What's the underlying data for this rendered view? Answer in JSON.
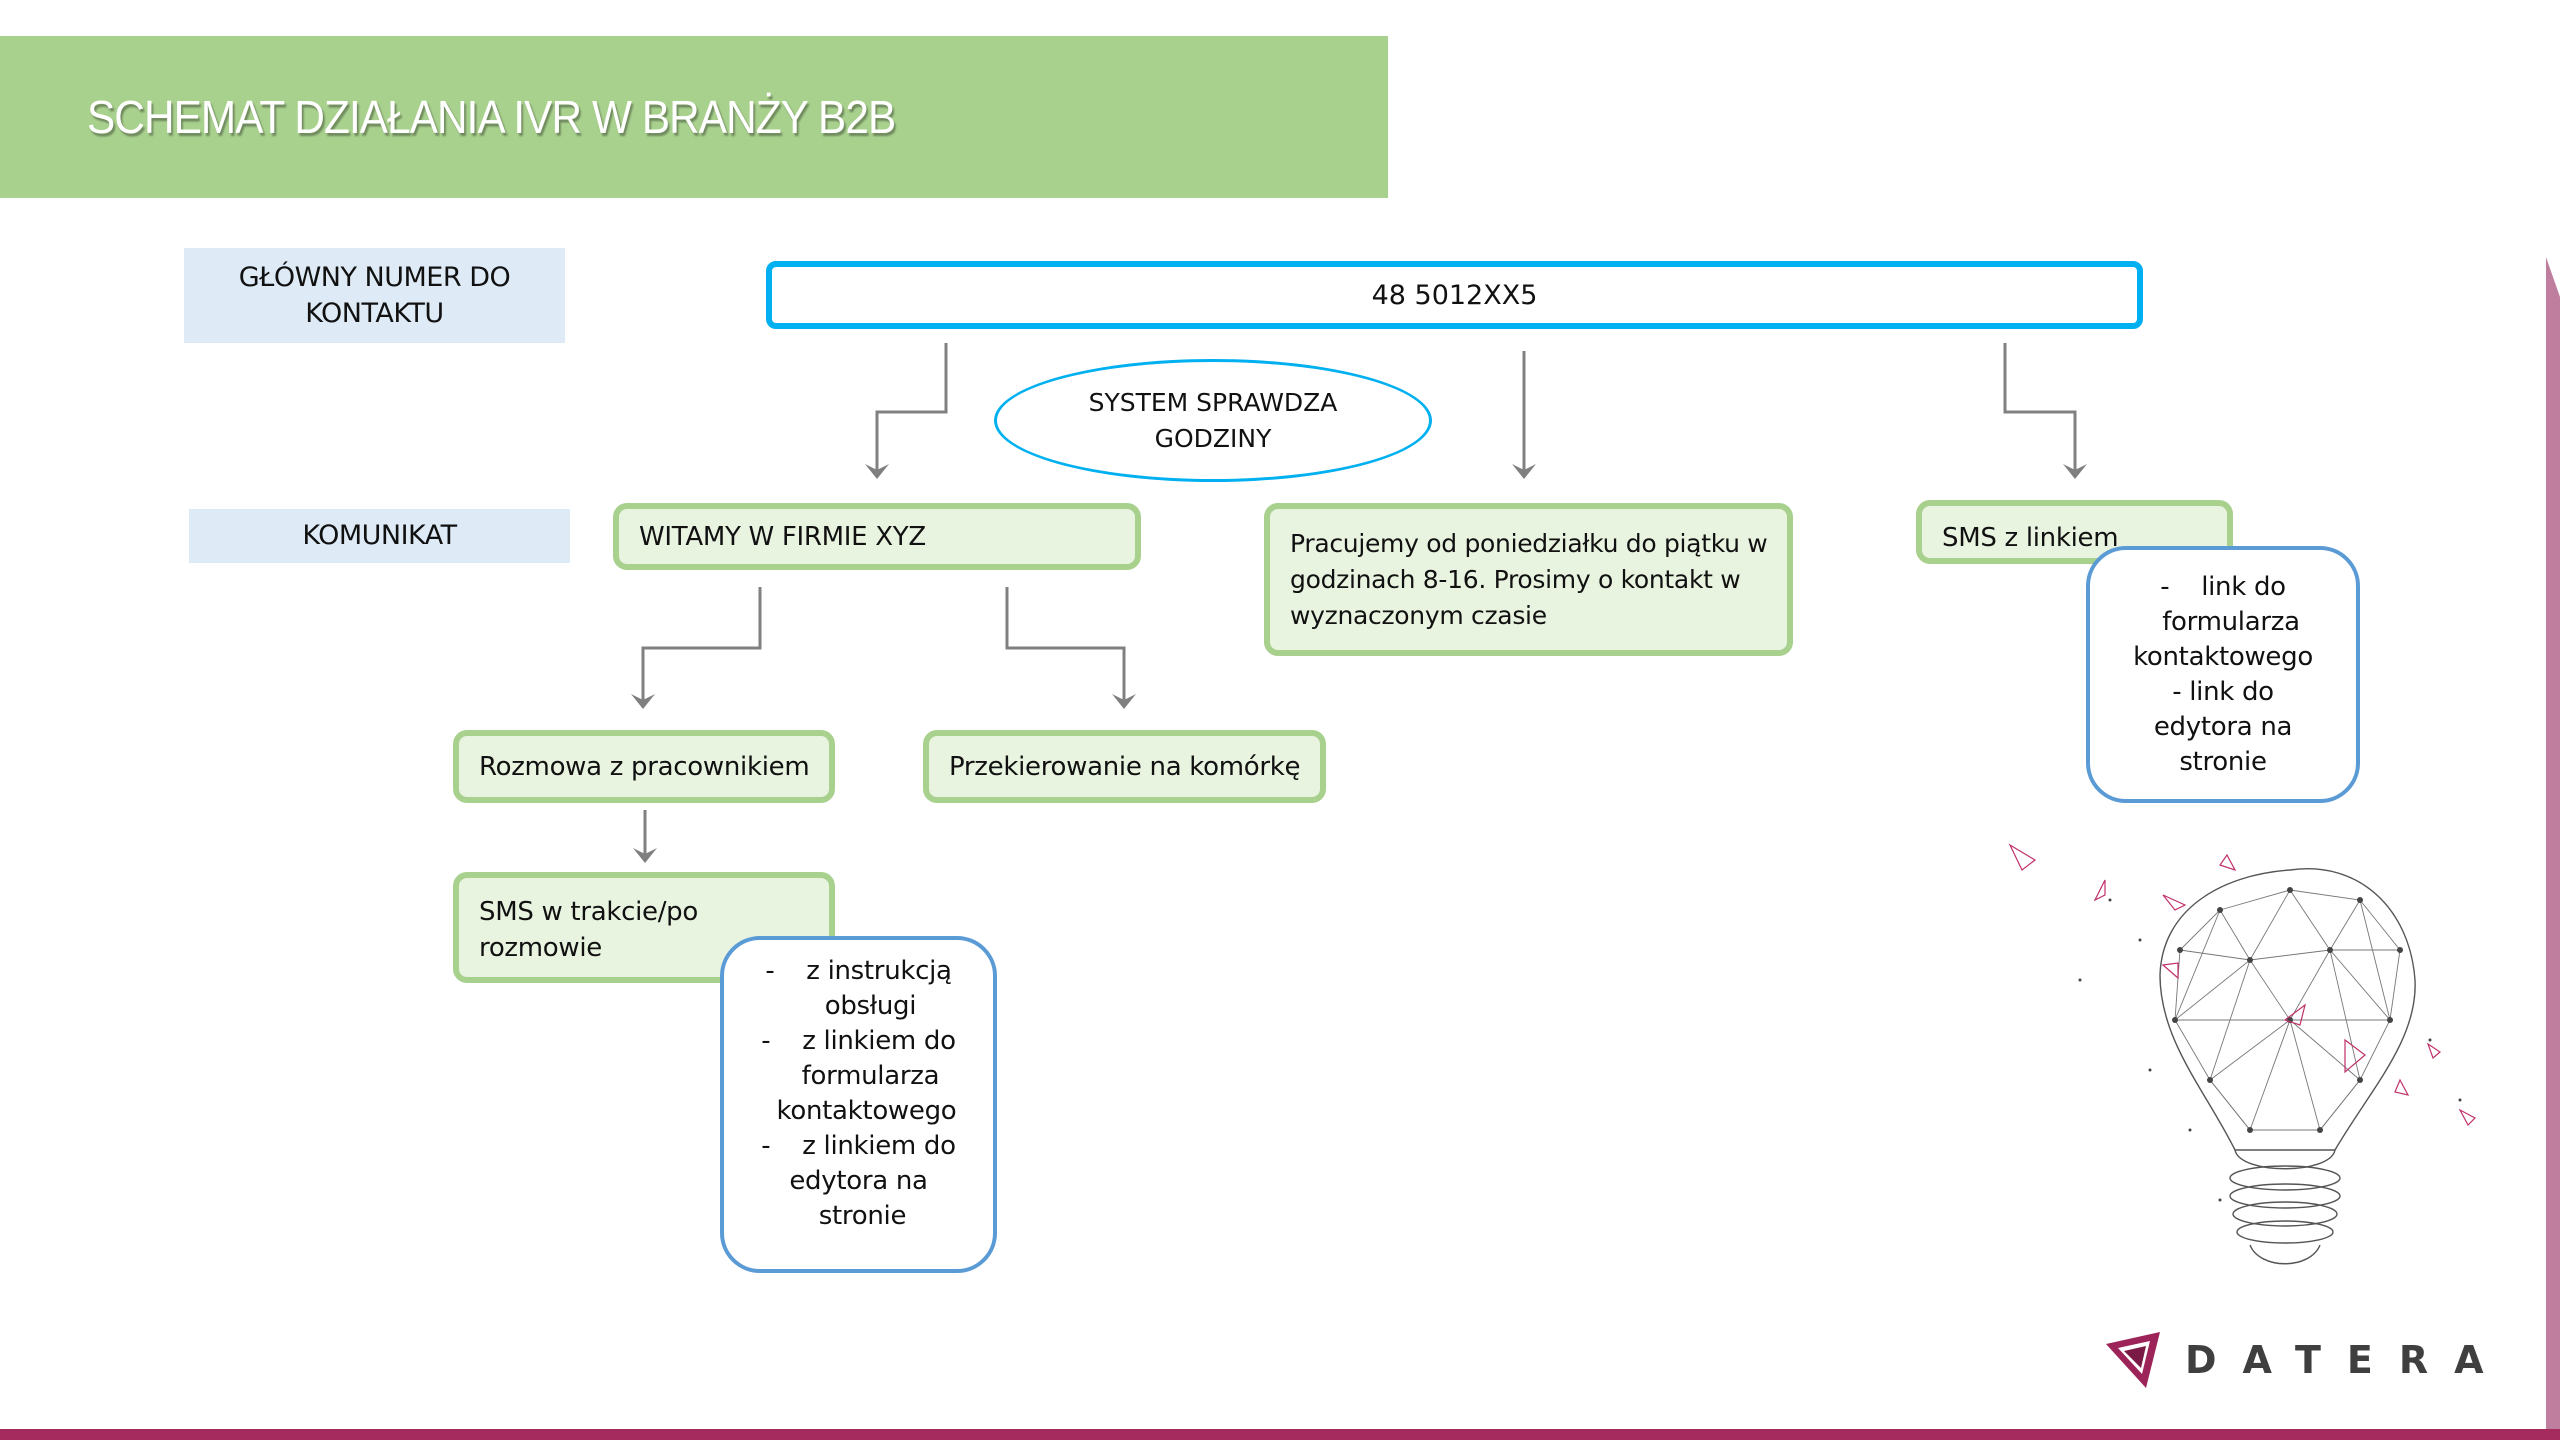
{
  "header": {
    "title": "SCHEMAT DZIAŁANIA IVR W BRANŻY B2B"
  },
  "labels": {
    "main_number": "GŁÓWNY NUMER DO KONTAKTU",
    "message": "KOMUNIKAT"
  },
  "nodes": {
    "phone_number": "48 5012XX5",
    "check_hours": "SYSTEM SPRAWDZA GODZINY",
    "welcome": "WITAMY W FIRMIE XYZ",
    "out_of_hours": "Pracujemy od poniedziałku do piątku w godzinach 8-16. Prosimy o kontakt w wyznaczonym czasie",
    "sms_with_link": "SMS z linkiem",
    "talk_to_employee": "Rozmowa z pracownikiem",
    "redirect_mobile": "Przekierowanie na komórkę",
    "sms_during_after": "SMS w trakcie/po rozmowie"
  },
  "notes": {
    "sms_during_after_details": [
      "-    z instrukcją",
      "   obsługi",
      "-    z linkiem do",
      "   formularza",
      "  kontaktowego",
      "-    z linkiem do",
      "edytora na",
      " stronie"
    ],
    "sms_link_details": [
      "-    link do",
      "  formularza",
      "kontaktowego",
      "- link do",
      "edytora na",
      "stronie"
    ]
  },
  "decoration": {
    "illustration": "lightbulb-network-illustration"
  },
  "brand": {
    "logo_text": "DATERA",
    "accent_color": "#A52A5E",
    "banner_color": "#A9D18E"
  }
}
